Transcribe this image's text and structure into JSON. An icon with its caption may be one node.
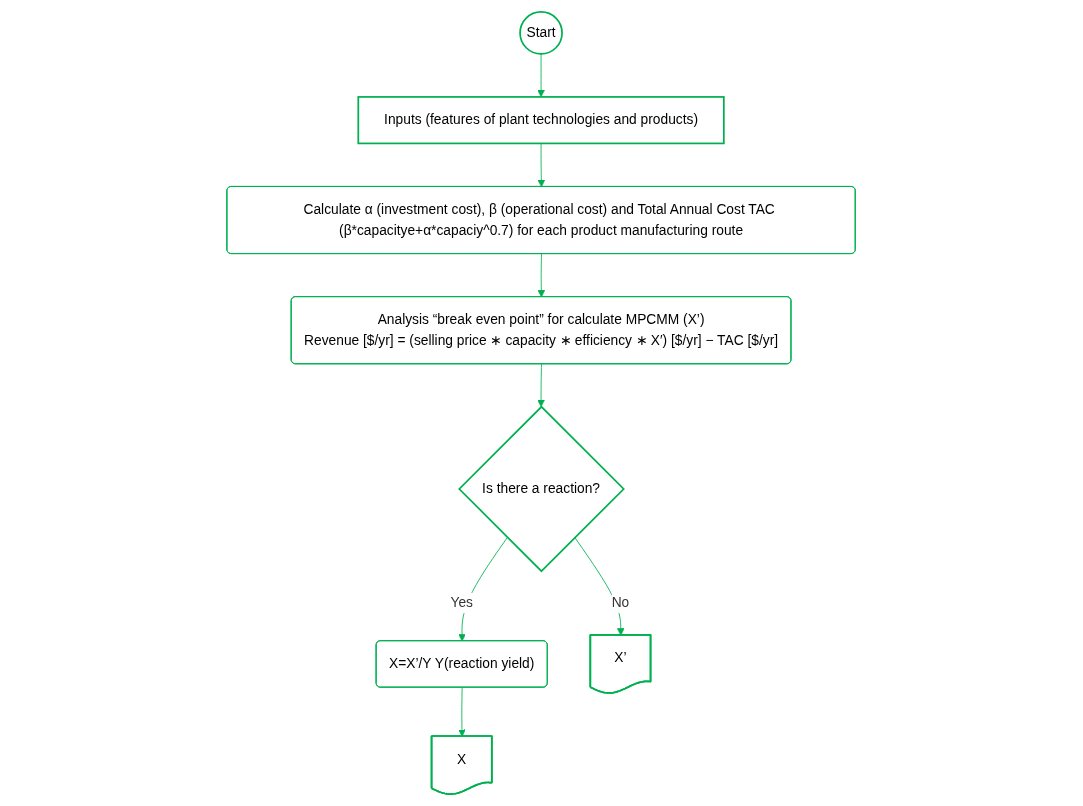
{
  "diagram": {
    "nodes": [
      {
        "text": [
          "Start"
        ]
      },
      {
        "text": [
          "Inputs (features of plant technologies and products)"
        ]
      },
      {
        "text": [
          "Calculate α (investment cost), β (operational cost) and Total Annual Cost TAC (β*capacitye+α*capaciy^0.7) for each product manufacturing route"
        ]
      },
      {
        "text": [
          "Analysis “break even point” for calculate MPCMM (X’)",
          "Revenue [$/yr] = (selling price ∗ capacity ∗ efficiency ∗ X′) [$/yr] − TAC [$/yr]"
        ]
      },
      {
        "text": [
          "Is there a reaction?"
        ]
      },
      {
        "text": [
          "X=X’/Y Y(reaction yield)"
        ]
      },
      {
        "text": [
          "X"
        ]
      },
      {
        "text": [
          "X’"
        ]
      }
    ],
    "edges": [
      {
        "from": 0,
        "to": 1,
        "arrow": "to"
      },
      {
        "from": 1,
        "to": 2,
        "arrow": "to"
      },
      {
        "from": 2,
        "to": 3,
        "arrow": "to"
      },
      {
        "from": 3,
        "to": 4,
        "arrow": "to"
      },
      {
        "from": 4,
        "to": 5,
        "arrow": "to",
        "label": "Yes"
      },
      {
        "from": 5,
        "to": 6,
        "arrow": "to"
      },
      {
        "from": 4,
        "to": 7,
        "arrow": "to",
        "label": "No"
      }
    ]
  }
}
